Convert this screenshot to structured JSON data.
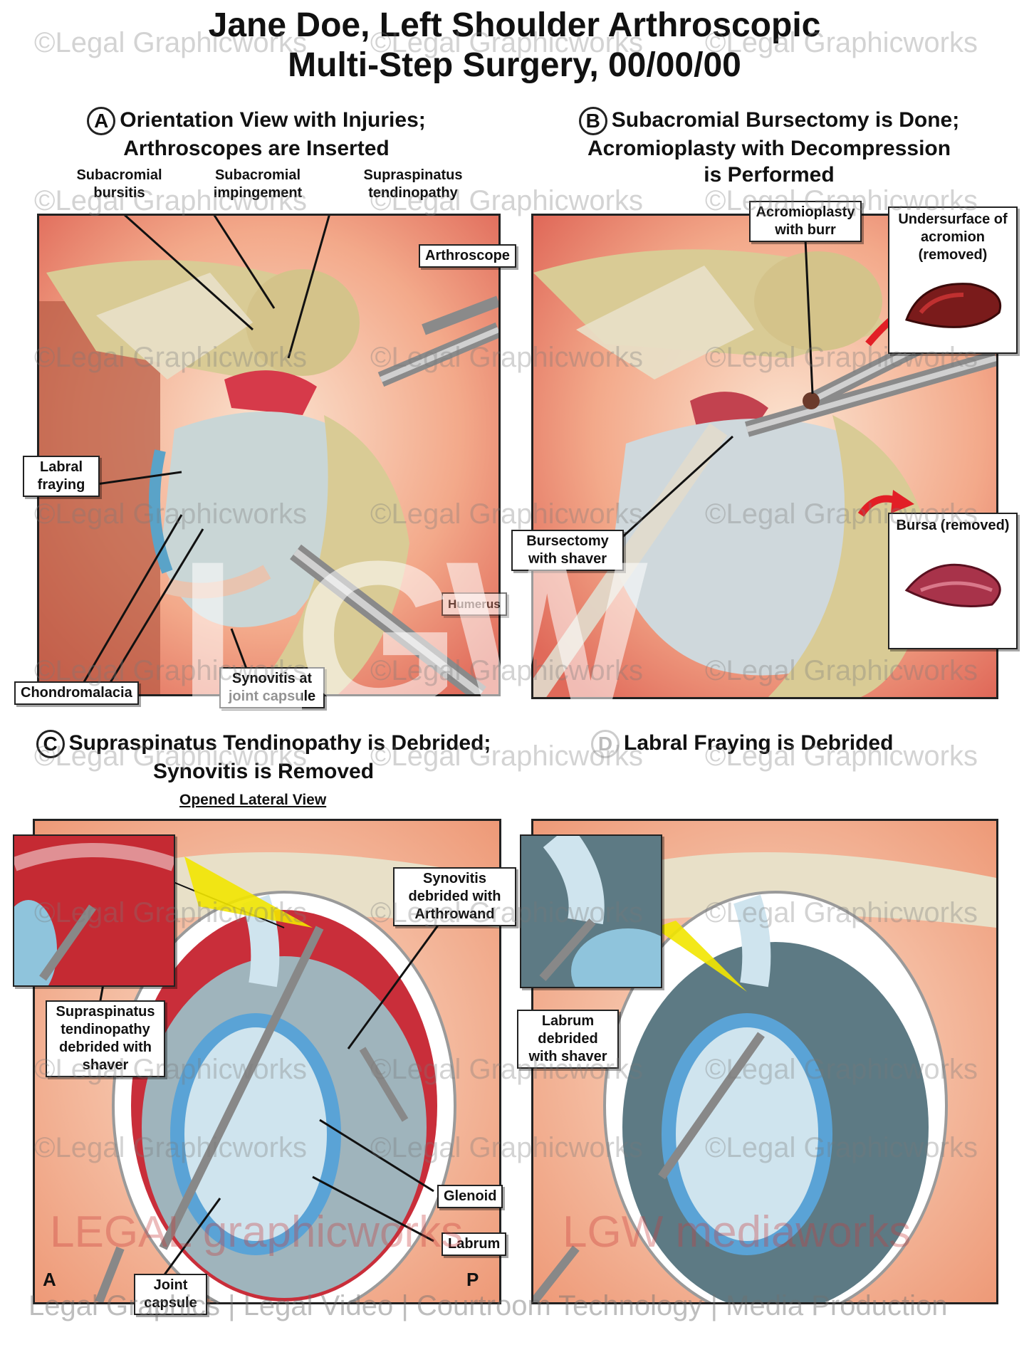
{
  "title": {
    "line1": "Jane Doe, Left Shoulder Arthroscopic",
    "line2": "Multi-Step Surgery, 00/00/00"
  },
  "panels": {
    "a": {
      "letter": "A",
      "title_line1": "Orientation View with Injuries;",
      "title_line2": "Arthroscopes are Inserted",
      "labels": {
        "bursitis": "Subacromial bursitis",
        "impingement": "Subacromial impingement",
        "tendinopathy": "Supraspinatus tendinopathy",
        "arthroscope": "Arthroscope",
        "labral": "Labral fraying",
        "chondromalacia": "Chondromalacia",
        "synovitis": "Synovitis at joint capsule",
        "humerus": "Humerus"
      }
    },
    "b": {
      "letter": "B",
      "title_line1": "Subacromial Bursectomy is Done;",
      "title_line2": "Acromioplasty with Decompression",
      "title_line3": "is Performed",
      "labels": {
        "acromioplasty": "Acromioplasty with burr",
        "undersurface": "Undersurface of acromion (removed)",
        "bursectomy": "Bursectomy with shaver",
        "bursa": "Bursa (removed)"
      }
    },
    "c": {
      "letter": "C",
      "title_line1": "Supraspinatus Tendinopathy is Debrided;",
      "title_line2": "Synovitis is Removed",
      "subtitle": "Opened Lateral View",
      "labels": {
        "supraspinatus": "Supraspinatus tendinopathy debrided with shaver",
        "synovitis": "Synovitis debrided with Arthrowand",
        "glenoid": "Glenoid",
        "labrum": "Labrum",
        "capsule": "Joint capsule"
      },
      "corner_left": "A",
      "corner_right": "P"
    },
    "d": {
      "letter": "D",
      "title": "Labral Fraying is Debrided",
      "labels": {
        "labrum": "Labrum debrided with shaver"
      }
    }
  },
  "watermark": "©Legal Graphicworks",
  "logo_left": "LEGAL graphicworks",
  "logo_right": "LGW mediaworks",
  "big_logo": "LGW",
  "footer": "Legal Graphics | Legal Video | Courtroom Technology | Media Production",
  "colors": {
    "tissue_red": "#d0333b",
    "bone": "#d9cb95",
    "cartilage_blue": "#8fc4dc",
    "background_glow": "#f3a580"
  }
}
